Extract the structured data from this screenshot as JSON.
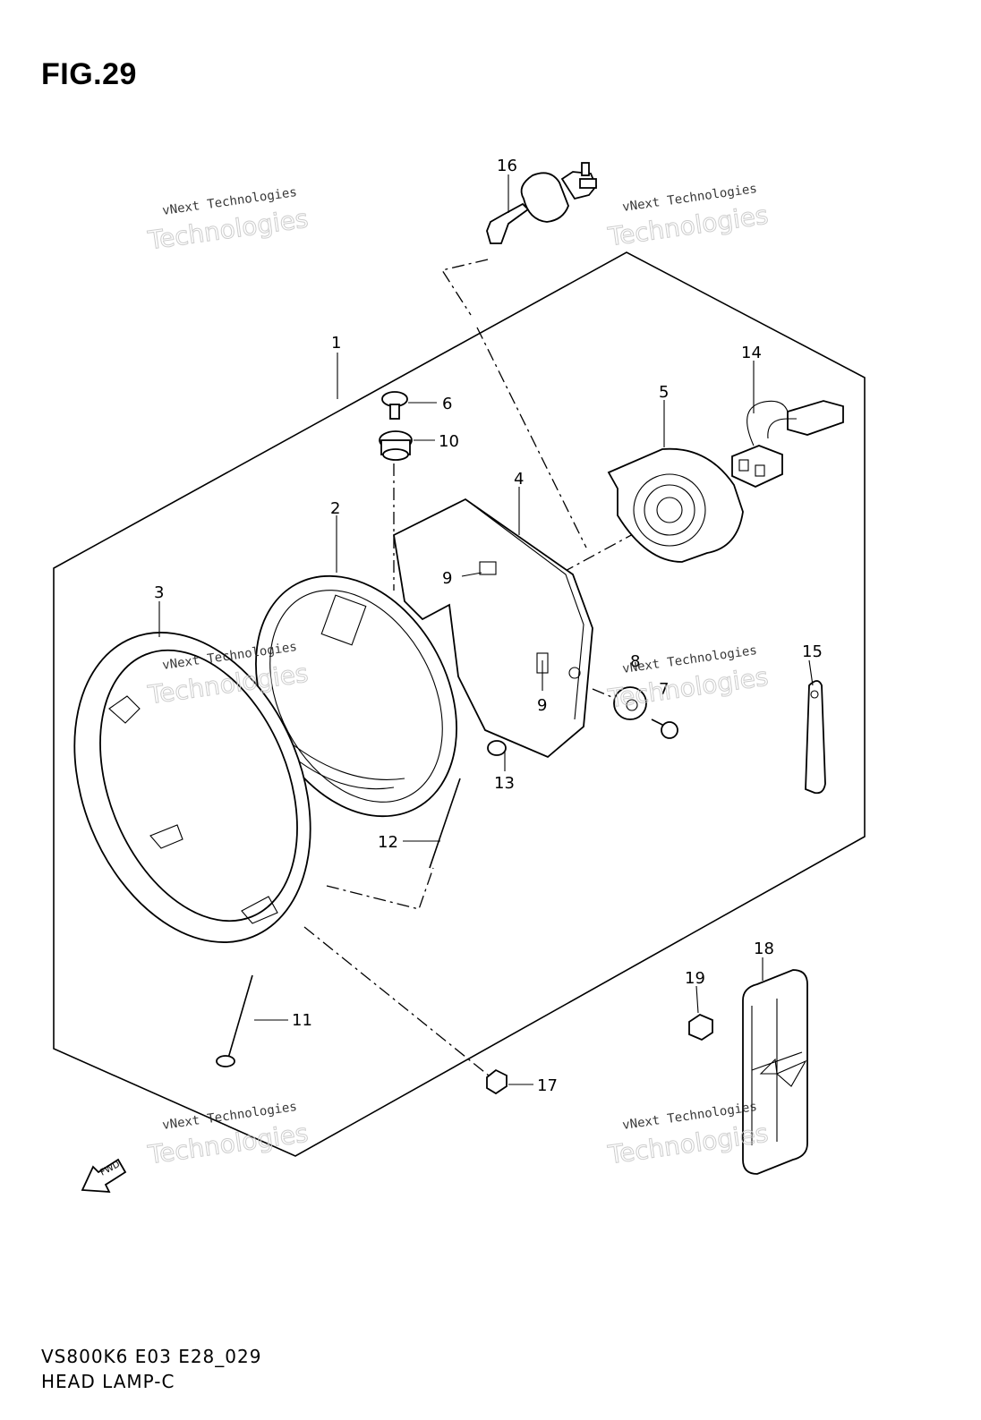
{
  "figure": {
    "title": "FIG.29"
  },
  "caption": {
    "code": "VS800K6 E03 E28_029",
    "name": "HEAD LAMP-C"
  },
  "fwd_label": "FWD",
  "watermark": {
    "line1": "vNext Technologies",
    "line2": "Technologies"
  },
  "callouts": {
    "c1": "1",
    "c2": "2",
    "c3": "3",
    "c4": "4",
    "c5": "5",
    "c6": "6",
    "c7": "7",
    "c8": "8",
    "c9a": "9",
    "c9b": "9",
    "c10": "10",
    "c11": "11",
    "c12": "12",
    "c13": "13",
    "c14": "14",
    "c15": "15",
    "c16": "16",
    "c17": "17",
    "c18": "18",
    "c19": "19"
  }
}
